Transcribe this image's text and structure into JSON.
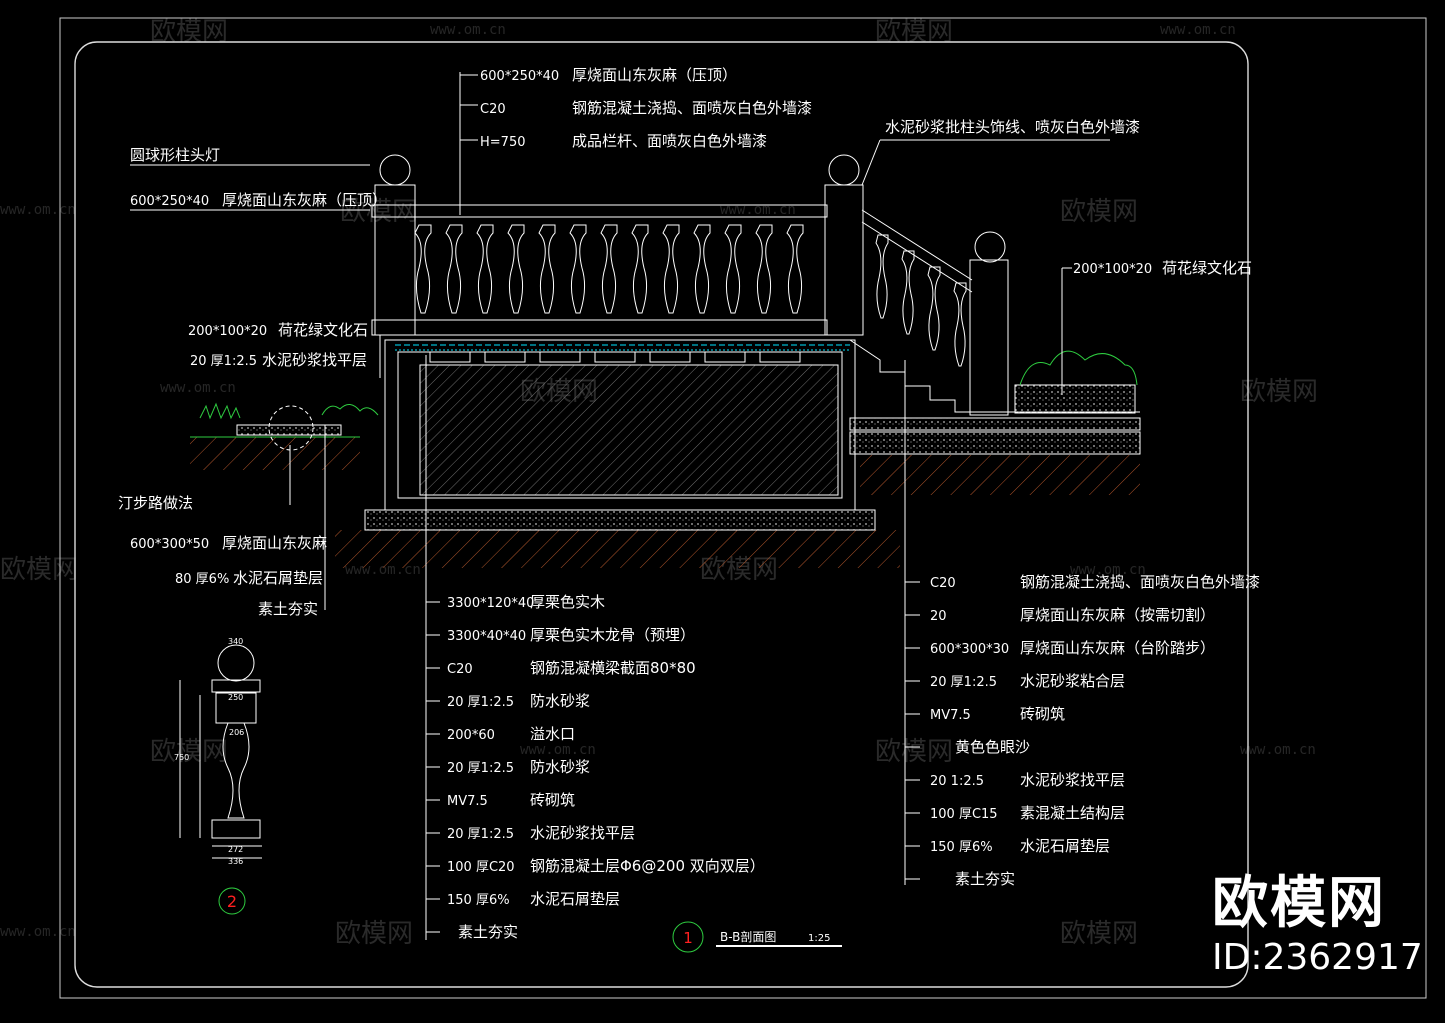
{
  "watermark": {
    "brand": "欧模网",
    "domain": "www.om.cn"
  },
  "brand_stamp": {
    "name": "欧模网",
    "id": "ID:2362917"
  },
  "title_block": {
    "number": "1",
    "title": "B-B剖面图",
    "scale": "1:25",
    "detail_number": "2"
  },
  "labels_top_center": [
    {
      "spec": "600*250*40",
      "text": "厚烧面山东灰麻（压顶）"
    },
    {
      "spec": "C20",
      "text": "钢筋混凝土浇捣、面喷灰白色外墙漆"
    },
    {
      "spec": "H=750",
      "text": "成品栏杆、面喷灰白色外墙漆"
    }
  ],
  "labels_top_right": [
    {
      "spec": "",
      "text": "水泥砂浆批柱头饰线、喷灰白色外墙漆"
    },
    {
      "spec": "200*100*20",
      "text": "荷花绿文化石"
    }
  ],
  "labels_left": [
    {
      "spec": "",
      "text": "圆球形柱头灯"
    },
    {
      "spec": "600*250*40",
      "text": "厚烧面山东灰麻（压顶）"
    },
    {
      "spec": "200*100*20",
      "text": "荷花绿文化石"
    },
    {
      "spec": "20 厚1:2.5",
      "text": "水泥砂浆找平层"
    },
    {
      "spec": "",
      "text": "汀步路做法"
    },
    {
      "spec": "600*300*50",
      "text": "厚烧面山东灰麻"
    },
    {
      "spec": "80 厚6%",
      "text": "水泥石屑垫层"
    },
    {
      "spec": "",
      "text": "素土夯实"
    }
  ],
  "labels_bottom_center": [
    {
      "spec": "3300*120*40",
      "text": "厚栗色实木"
    },
    {
      "spec": "3300*40*40",
      "text": "厚栗色实木龙骨（预埋）"
    },
    {
      "spec": "C20",
      "text": "钢筋混凝横梁截面80*80"
    },
    {
      "spec": "20 厚1:2.5",
      "text": "防水砂浆"
    },
    {
      "spec": "200*60",
      "text": "溢水口"
    },
    {
      "spec": "20 厚1:2.5",
      "text": "防水砂浆"
    },
    {
      "spec": "MV7.5",
      "text": "砖砌筑"
    },
    {
      "spec": "20 厚1:2.5",
      "text": "水泥砂浆找平层"
    },
    {
      "spec": "100 厚C20",
      "text": "钢筋混凝土层Φ6@200  双向双层）"
    },
    {
      "spec": "150 厚6%",
      "text": "水泥石屑垫层"
    },
    {
      "spec": "",
      "text": "素土夯实"
    }
  ],
  "labels_bottom_right": [
    {
      "spec": "C20",
      "text": "钢筋混凝土浇捣、面喷灰白色外墙漆"
    },
    {
      "spec": "20",
      "text": "厚烧面山东灰麻（按需切割）"
    },
    {
      "spec": "600*300*30",
      "text": "厚烧面山东灰麻（台阶踏步）"
    },
    {
      "spec": "20 厚1:2.5",
      "text": "水泥砂浆粘合层"
    },
    {
      "spec": "MV7.5",
      "text": "砖砌筑"
    },
    {
      "spec": "",
      "text": "黄色色眼沙"
    },
    {
      "spec": "20  1:2.5",
      "text": "水泥砂浆找平层"
    },
    {
      "spec": "100 厚C15",
      "text": "素混凝土结构层"
    },
    {
      "spec": "150 厚6%",
      "text": "水泥石屑垫层"
    },
    {
      "spec": "",
      "text": "素土夯实"
    }
  ],
  "detail_dims": [
    "340",
    "250",
    "206",
    "750",
    "272",
    "336"
  ],
  "colors": {
    "line": "#ffffff",
    "cyan": "#00e5ff",
    "green": "#2ecc40",
    "hatch": "#b0552b",
    "red": "#ff2020",
    "frame": "#cccccc"
  }
}
